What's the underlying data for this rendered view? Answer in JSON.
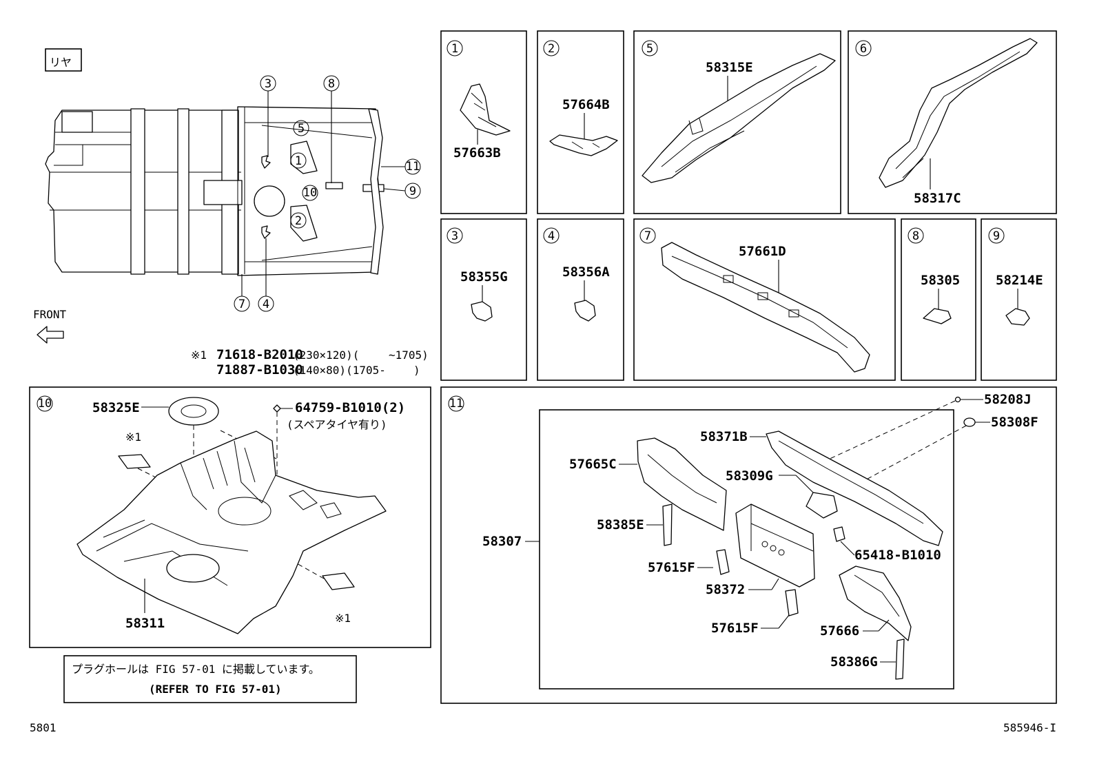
{
  "header": {
    "rear_label": "リヤ",
    "front_label": "FRONT"
  },
  "overview_refs": [
    "3",
    "8",
    "5",
    "1",
    "10",
    "2",
    "4",
    "7",
    "11",
    "9"
  ],
  "footnote": {
    "mark": "※1",
    "line1_part": "71618-B2010",
    "line1_size": "(230×120)(",
    "line1_range": "~1705)",
    "line2_part": "71887-B1030",
    "line2_size": "(140×80)(1705-",
    "line2_range": ")"
  },
  "panels": {
    "p1": {
      "ref": "1",
      "parts": [
        "57663B"
      ]
    },
    "p2": {
      "ref": "2",
      "parts": [
        "57664B"
      ]
    },
    "p5": {
      "ref": "5",
      "parts": [
        "58315E"
      ]
    },
    "p6": {
      "ref": "6",
      "parts": [
        "58317C"
      ]
    },
    "p3": {
      "ref": "3",
      "parts": [
        "58355G"
      ]
    },
    "p4": {
      "ref": "4",
      "parts": [
        "58356A"
      ]
    },
    "p7": {
      "ref": "7",
      "parts": [
        "57661D"
      ]
    },
    "p8": {
      "ref": "8",
      "parts": [
        "58305"
      ]
    },
    "p9": {
      "ref": "9",
      "parts": [
        "58214E"
      ]
    },
    "p10": {
      "ref": "10",
      "parts": [
        "58325E",
        "64759-B1010(2)",
        "58311"
      ],
      "spare_note": "(スペアタイヤ有り)",
      "mark_a": "※1",
      "mark_b": "※1"
    },
    "p11": {
      "ref": "11",
      "parts": [
        "58208J",
        "58308F",
        "58371B",
        "57665C",
        "58309G",
        "58385E",
        "58307",
        "57615F",
        "65418-B1010",
        "58372",
        "57615F",
        "57666",
        "58386G"
      ]
    }
  },
  "plug_note": {
    "jp": "プラグホールは FIG 57-01 に掲載しています。",
    "en": "(REFER TO FIG 57-01)"
  },
  "footer": {
    "left_code": "5801",
    "right_code": "585946-I"
  }
}
